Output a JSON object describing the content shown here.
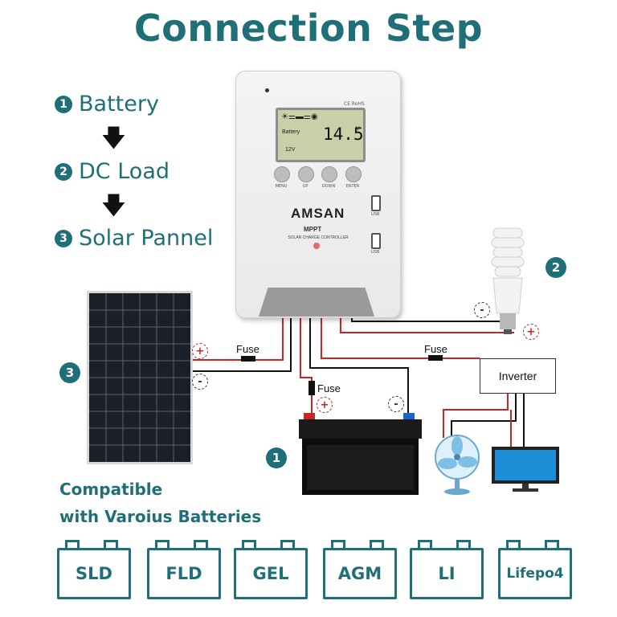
{
  "title": "Connection Step",
  "steps": [
    {
      "num": "1",
      "label": "Battery"
    },
    {
      "num": "2",
      "label": "DC Load"
    },
    {
      "num": "3",
      "label": "Solar Pannel"
    }
  ],
  "controller": {
    "brand": "AMSAN",
    "model": "MPPT",
    "subtitle": "SOLAR CHARGE CONTROLLER",
    "cert": "CE RoHS",
    "lcd_label": "Battery",
    "lcd_value": "14.5",
    "lcd_unit": "V",
    "lcd_system": "12V",
    "buttons": [
      "MENU",
      "UP",
      "DOWN",
      "ENTER"
    ],
    "usb_label": "USB"
  },
  "fuse_label": "Fuse",
  "inverter_label": "Inverter",
  "polarity": {
    "plus": "+",
    "minus": "-"
  },
  "callouts": {
    "battery": "1",
    "load": "2",
    "panel": "3"
  },
  "compatible": {
    "line1": "Compatible",
    "line2": "with Varoius Batteries"
  },
  "battery_types": [
    "SLD",
    "FLD",
    "GEL",
    "AGM",
    "LI",
    "Lifepo4"
  ],
  "colors": {
    "accent": "#1f6f78",
    "positive_wire": "#cc2222",
    "negative_wire": "#111111"
  }
}
